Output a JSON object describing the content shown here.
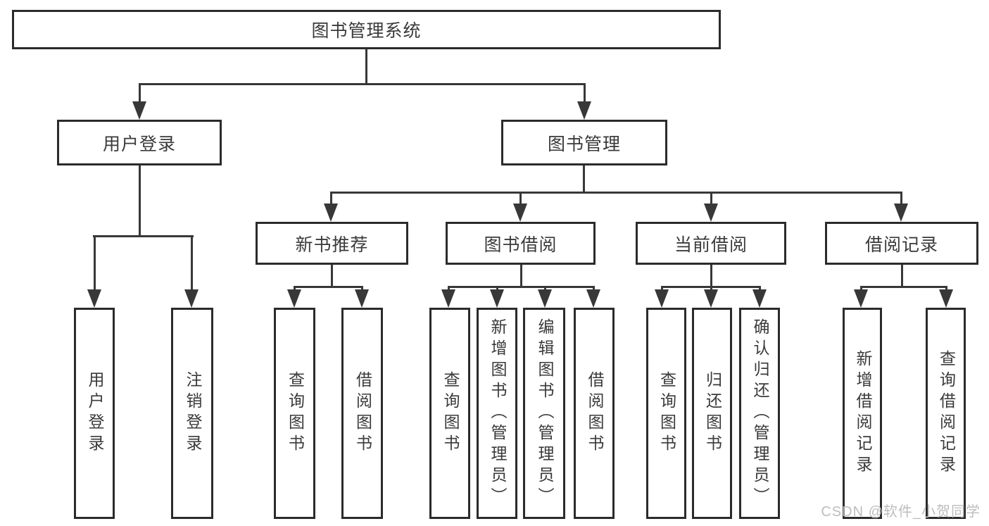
{
  "colors": {
    "background": "#ffffff",
    "box_fill": "#ffffff",
    "box_border": "#2b2b2b",
    "connector_line": "#383838",
    "text": "#3a3a3a",
    "watermark": "#bdbdbd"
  },
  "tree": {
    "root": {
      "label": "图书管理系统"
    },
    "branches": [
      {
        "label": "用户登录",
        "leaves": [
          {
            "label": "用户登录"
          },
          {
            "label": "注销登录"
          }
        ]
      },
      {
        "label": "图书管理",
        "groups": [
          {
            "label": "新书推荐",
            "leaves": [
              {
                "label": "查询图书"
              },
              {
                "label": "借阅图书"
              }
            ]
          },
          {
            "label": "图书借阅",
            "leaves": [
              {
                "label": "查询图书"
              },
              {
                "label": "新增图书（管理员）"
              },
              {
                "label": "编辑图书（管理员）"
              },
              {
                "label": "借阅图书"
              }
            ]
          },
          {
            "label": "当前借阅",
            "leaves": [
              {
                "label": "查询图书"
              },
              {
                "label": "归还图书"
              },
              {
                "label": "确认归还（管理员）"
              }
            ]
          },
          {
            "label": "借阅记录",
            "leaves": [
              {
                "label": "新增借阅记录"
              },
              {
                "label": "查询借阅记录"
              }
            ]
          }
        ]
      }
    ]
  },
  "watermark": {
    "text": "CSDN @软件_小贺同学"
  }
}
